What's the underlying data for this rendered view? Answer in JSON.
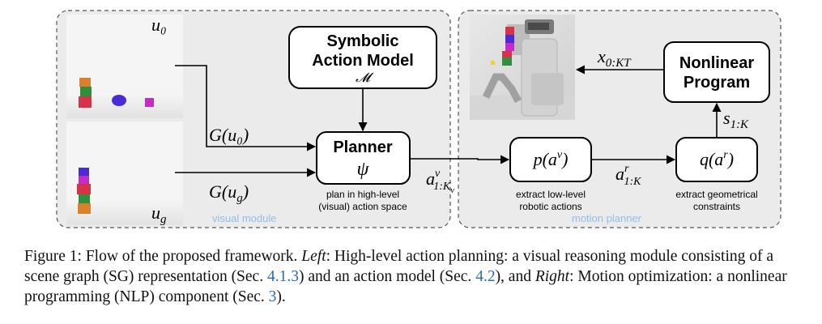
{
  "diagram": {
    "visual_module": {
      "label": "visual module",
      "image_labels": {
        "initial": "u₀",
        "goal": "u",
        "goal_sub": "g"
      }
    },
    "symbolic_action_model": {
      "line1": "Symbolic",
      "line2": "Action Model",
      "symbol": "𝓜"
    },
    "planner": {
      "title": "Planner",
      "symbol": "ψ",
      "caption_line1": "plan in high-level",
      "caption_line2": "(visual) action space"
    },
    "edge_labels": {
      "g_u0": "G(u₀)",
      "g_ug_main": "G(u",
      "g_ug_sub": "g",
      "g_ug_close": ")",
      "a_v": "a",
      "a_v_sup": "v",
      "a_v_sub": "1:K",
      "a_v_subsub": "v",
      "a_r": "a",
      "a_r_sup": "r",
      "a_r_sub": "1:K",
      "x": "x",
      "x_sub": "0:KT",
      "s": "s",
      "s_sub": "1:K"
    },
    "p_node": {
      "main": "p(a",
      "sup": "v",
      "close": ")",
      "caption_line1": "extract low-level",
      "caption_line2": "robotic actions"
    },
    "q_node": {
      "main": "q(a",
      "sup": "r",
      "close": ")",
      "caption_line1": "extract geometrical",
      "caption_line2": "constraints"
    },
    "nlp_node": {
      "line1": "Nonlinear",
      "line2": "Program"
    },
    "motion_planner": {
      "label": "motion planner"
    },
    "colors": {
      "region_label": "#8fc0e8",
      "region_fill": "#ebebeb",
      "box_stroke": "#000000"
    }
  },
  "caption": {
    "lead": "Figure 1: Flow of the proposed framework.",
    "left_label": "Left",
    "left_text": ": High-level action planning: a visual reasoning module consisting of a scene graph (SG) representation (Sec.",
    "ref1": "4.1.3",
    "mid_text": ") and an action model (Sec.",
    "ref2": "4.2",
    "mid2_text": "), and",
    "right_label": "Right",
    "right_text": ": Motion optimization: a nonlinear programming (NLP) component (Sec.",
    "ref3": "3",
    "end_text": ")."
  }
}
